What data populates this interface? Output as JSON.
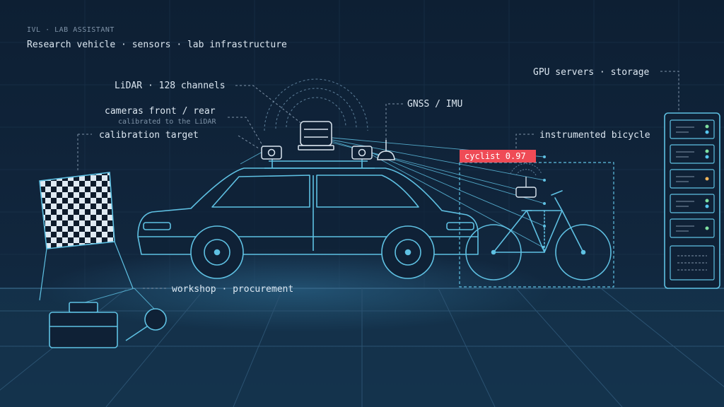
{
  "header": {
    "eyebrow": "IVL · LAB ASSISTANT",
    "title": "Research vehicle · sensors · lab infrastructure"
  },
  "labels": {
    "lidar": "LiDAR · 128 channels",
    "cameras": "cameras front / rear",
    "cameras_note": "calibrated to the LiDAR",
    "calibration": "calibration target",
    "gnss": "GNSS / IMU",
    "bicycle": "instrumented bicycle",
    "gpu": "GPU servers · storage",
    "workshop": "workshop · procurement"
  },
  "detection": {
    "label": "cyclist 0.97",
    "color": "#ef4b56"
  },
  "colors": {
    "line": "#5fc1e3",
    "dash": "#7f93a8",
    "led_green": "#7fe0a0",
    "led_cyan": "#57c8f0",
    "led_amber": "#f0b45a"
  },
  "icons": [
    "lidar-icon",
    "camera-icon",
    "gnss-antenna-icon",
    "checkerboard-icon",
    "toolbox-icon",
    "magnifier-icon",
    "server-rack-icon",
    "car-icon",
    "bicycle-icon"
  ]
}
